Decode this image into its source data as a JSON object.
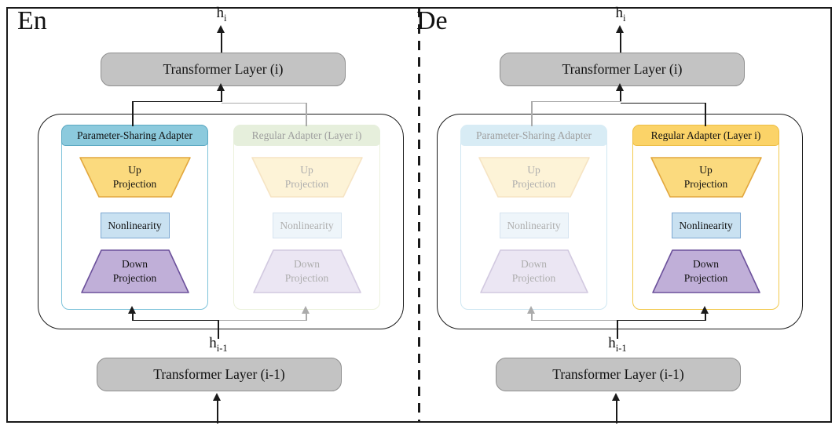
{
  "colors": {
    "line": "#1a1a1a",
    "connector-gray": "#ababab",
    "transformer-fill": "#c3c3c3",
    "transformer-border": "#8f8f8f",
    "blue-header": "#8ccadd",
    "blue-header-border": "#5ba8c2",
    "blue-body-border": "#7ec3da",
    "gold-header": "#fbd368",
    "gold-header-border": "#edbe45",
    "gold-body-border": "#f2c94c",
    "green-faded-header": "#e6efdc",
    "green-faded-border": "#ecf2dc",
    "blue-faded-header": "#d8ecf5",
    "blue-faded-border": "#cfe7f2",
    "up-fill": "#fbda7e",
    "up-stroke": "#e2a73e",
    "nonlinearity-fill": "#c9e1f1",
    "nonlinearity-stroke": "#7ba7d1",
    "down-fill": "#c0afd8",
    "down-stroke": "#6c519b",
    "faded-text": "#9e9e9e"
  },
  "panels": [
    {
      "title": "En",
      "h_top": {
        "base": "h",
        "sub": "i"
      },
      "transformer_top": "Transformer Layer (i)",
      "adapters": [
        {
          "name": "Parameter-Sharing Adapter",
          "state": "active",
          "blocks": {
            "up": [
              "Up",
              "Projection"
            ],
            "nonlinearity": "Nonlinearity",
            "down": [
              "Down",
              "Projection"
            ]
          }
        },
        {
          "name": "Regular Adapter (Layer i)",
          "state": "faded",
          "blocks": {
            "up": [
              "Up",
              "Projection"
            ],
            "nonlinearity": "Nonlinearity",
            "down": [
              "Down",
              "Projection"
            ]
          }
        }
      ],
      "h_bottom": {
        "base": "h",
        "sub": "i-1"
      },
      "transformer_bottom": "Transformer Layer (i-1)"
    },
    {
      "title": "De",
      "h_top": {
        "base": "h",
        "sub": "i"
      },
      "transformer_top": "Transformer Layer (i)",
      "adapters": [
        {
          "name": "Parameter-Sharing Adapter",
          "state": "faded",
          "blocks": {
            "up": [
              "Up",
              "Projection"
            ],
            "nonlinearity": "Nonlinearity",
            "down": [
              "Down",
              "Projection"
            ]
          }
        },
        {
          "name": "Regular Adapter (Layer i)",
          "state": "active",
          "blocks": {
            "up": [
              "Up",
              "Projection"
            ],
            "nonlinearity": "Nonlinearity",
            "down": [
              "Down",
              "Projection"
            ]
          }
        }
      ],
      "h_bottom": {
        "base": "h",
        "sub": "i-1"
      },
      "transformer_bottom": "Transformer Layer (i-1)"
    }
  ]
}
